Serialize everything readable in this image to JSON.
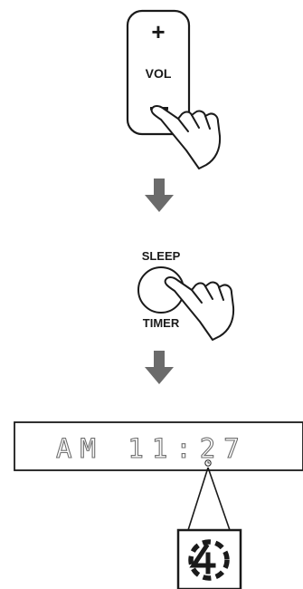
{
  "remote": {
    "plus_symbol": "+",
    "label": "VOL",
    "minus_symbol": "–"
  },
  "sleep_button": {
    "top_label": "SLEEP",
    "bottom_label": "TIMER"
  },
  "display": {
    "time_text": "AM 11:27",
    "indicator_icon": "clock-timer-icon"
  },
  "zoom": {
    "icon": "sleep-timer-icon"
  },
  "colors": {
    "arrow": "#6b6b6b",
    "stroke": "#1a1a1a",
    "segment": "#6f6f6f"
  }
}
